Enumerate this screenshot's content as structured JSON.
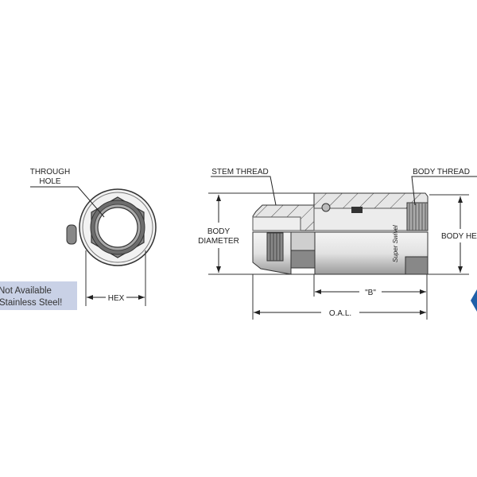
{
  "end_view": {
    "through_hole_line1": "THROUGH",
    "through_hole_line2": "HOLE",
    "hex_label": "HEX"
  },
  "note": {
    "line1": "Not Available",
    "line2": "Stainless Steel!"
  },
  "side_view": {
    "stem_thread": "STEM THREAD",
    "body_thread": "BODY THREAD",
    "body_diameter_line1": "BODY",
    "body_diameter_line2": "DIAMETER",
    "body_height": "BODY HE",
    "b_label": "\"B\"",
    "oal_label": "O.A.L.",
    "brand_mark": "Super Swivel"
  },
  "colors": {
    "note_bg": "#c9d1e6",
    "accent": "#1f5fa8",
    "metal": "#d8d8d8",
    "line": "#333333"
  }
}
